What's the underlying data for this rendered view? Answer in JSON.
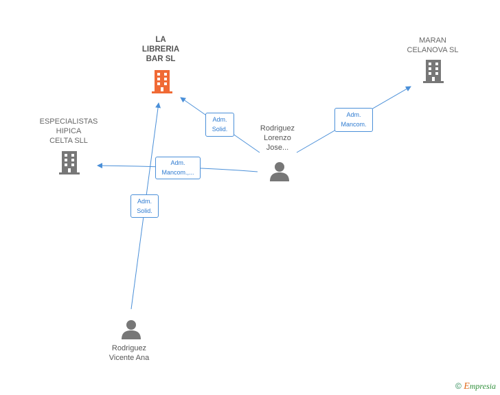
{
  "nodes": {
    "la_libreria": {
      "line1": "LA",
      "line2": "LIBRERIA",
      "line3": "BAR  SL"
    },
    "maran": {
      "line1": "MARAN",
      "line2": "CELANOVA  SL"
    },
    "especialistas": {
      "line1": "ESPECIALISTAS",
      "line2": "HIPICA",
      "line3": "CELTA  SLL"
    },
    "rodriguez_lorenzo": {
      "line1": "Rodriguez",
      "line2": "Lorenzo",
      "line3": "Jose..."
    },
    "rodriguez_vicente": {
      "line1": "Rodriguez",
      "line2": "Vicente Ana"
    }
  },
  "relations": {
    "lorenzo_to_libreria": {
      "line1": "Adm.",
      "line2": "Solid."
    },
    "lorenzo_to_maran": {
      "line1": "Adm.",
      "line2": "Mancom."
    },
    "lorenzo_to_especialistas": {
      "line1": "Adm.",
      "line2": "Mancom.,..."
    },
    "vicente_to_libreria": {
      "line1": "Adm.",
      "line2": "Solid."
    }
  },
  "colors": {
    "edge": "#4a8fd8",
    "main_building": "#f06a35",
    "building": "#777777",
    "person": "#777777"
  },
  "footer": {
    "copyright": "©",
    "brand_e": "E",
    "brand_rest": "mpresia"
  }
}
